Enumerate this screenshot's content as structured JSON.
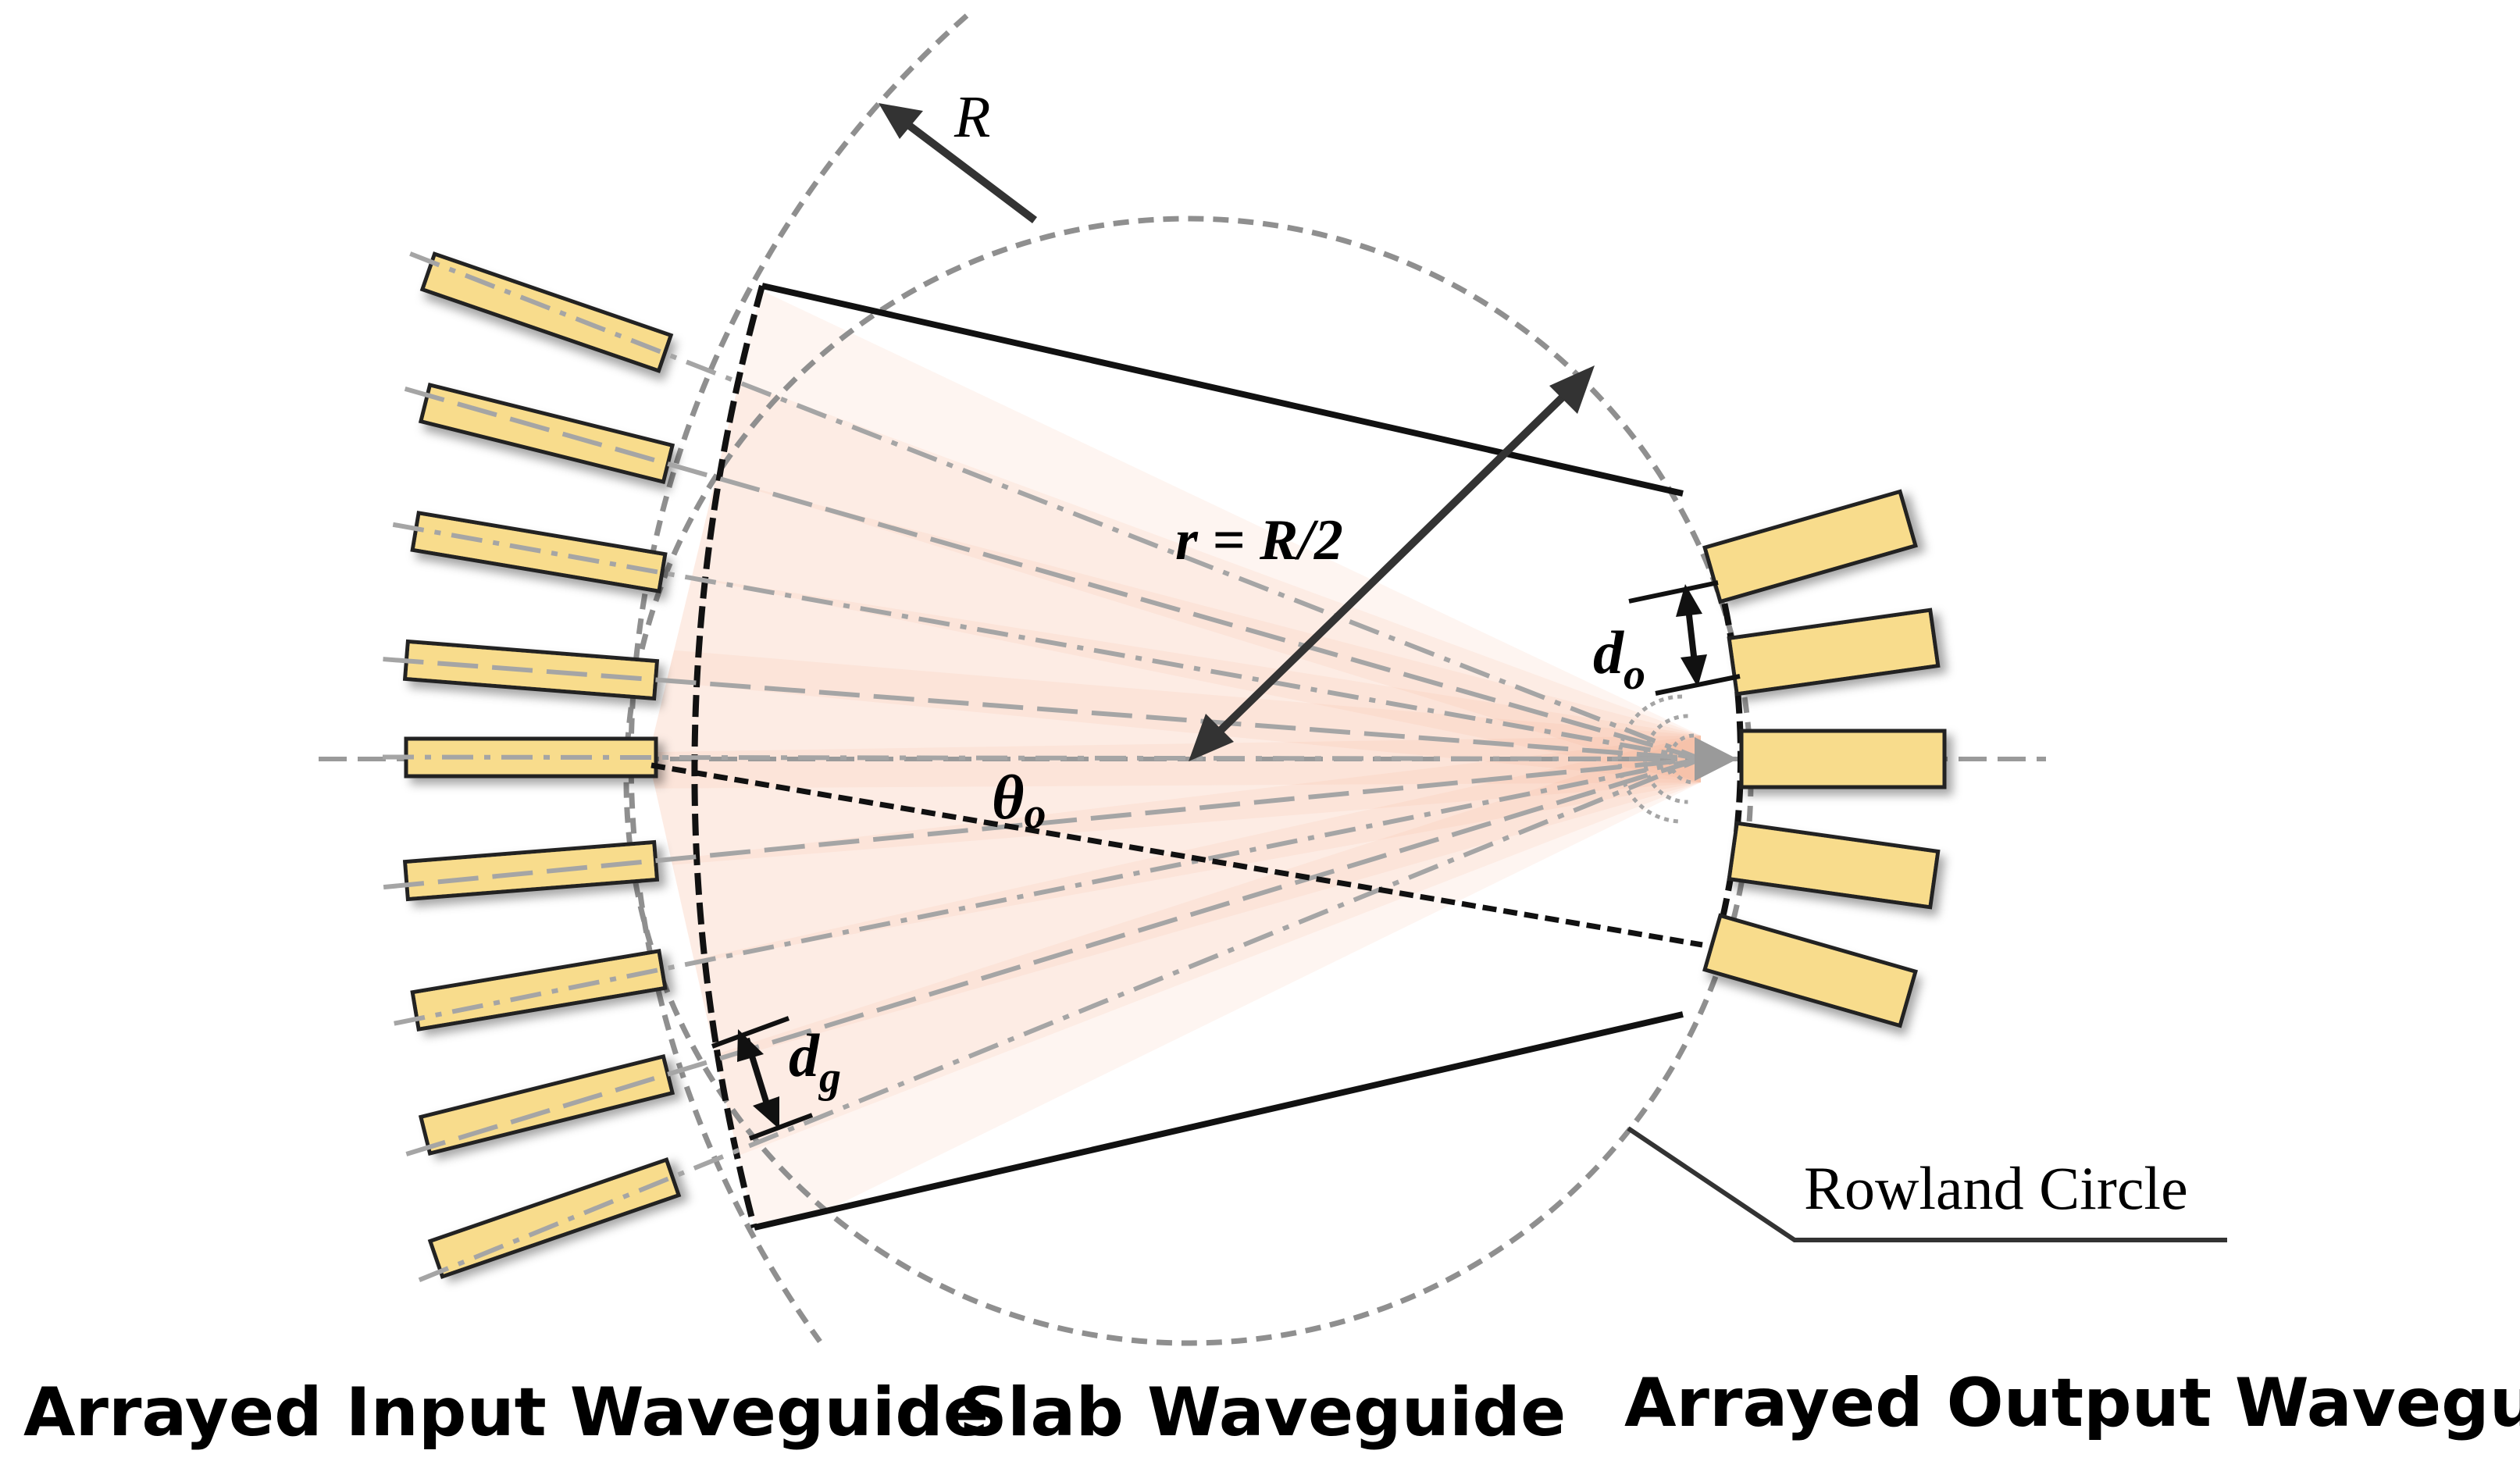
{
  "labels": {
    "radius_R": "R",
    "radius_r": "r = R/2",
    "angle_symbol": "θ",
    "angle_sub": "o",
    "dg_symbol": "d",
    "dg_sub": "g",
    "do_symbol": "d",
    "do_sub": "o",
    "rowland": "Rowland Circle"
  },
  "captions": {
    "input": "Arrayed Input Waveguide",
    "slab": "Slab Waveguide",
    "output": "Arrayed Output Waveguide"
  },
  "colors": {
    "waveguide_fill": "#f8dc8c",
    "beam": "#f6a77c",
    "dashed": "#8f8f8f",
    "outline": "#111111",
    "arrow": "#333333"
  },
  "waveguides": {
    "input_count": 9,
    "output_count": 5
  }
}
